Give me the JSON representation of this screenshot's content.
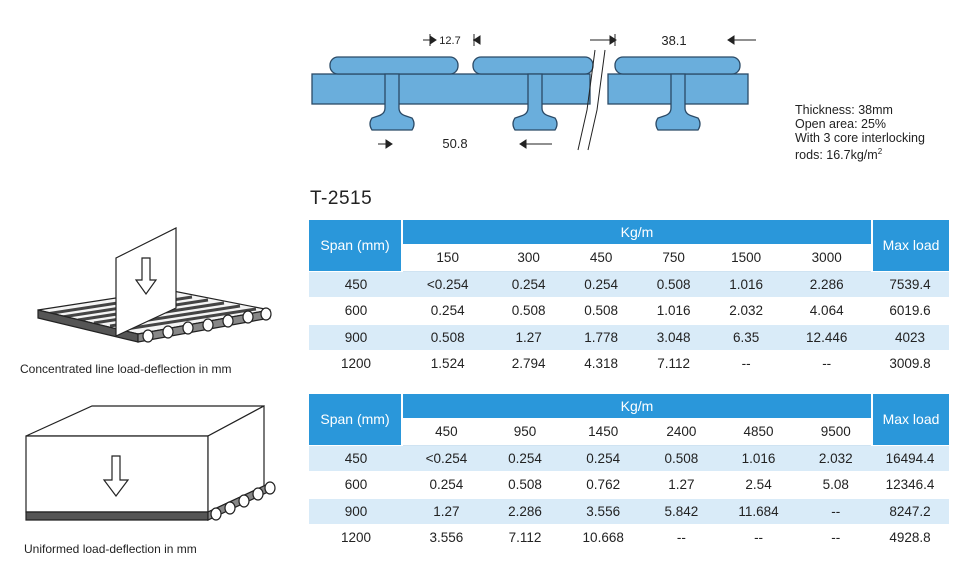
{
  "diagram": {
    "dims": {
      "top_gap": "12.7",
      "top_pitch": "38.1",
      "thickness": "38",
      "bottom_pitch": "50.8"
    }
  },
  "specs": {
    "line1": "Thickness: 38mm",
    "line2": "Open area: 25%",
    "line3": "With 3 core interlocking",
    "line4": "rods: 16.7kg/m",
    "line4_sup": "2"
  },
  "model": "T-2515",
  "tables": [
    {
      "span_label": "Span (mm)",
      "group_label": "Kg/m",
      "max_label": "Max load",
      "loads": [
        "150",
        "300",
        "450",
        "750",
        "1500",
        "3000"
      ],
      "rows": [
        {
          "span": "450",
          "values": [
            "<0.254",
            "0.254",
            "0.254",
            "0.508",
            "1.016",
            "2.286"
          ],
          "max": "7539.4"
        },
        {
          "span": "600",
          "values": [
            "0.254",
            "0.508",
            "0.508",
            "1.016",
            "2.032",
            "4.064"
          ],
          "max": "6019.6"
        },
        {
          "span": "900",
          "values": [
            "0.508",
            "1.27",
            "1.778",
            "3.048",
            "6.35",
            "12.446"
          ],
          "max": "4023"
        },
        {
          "span": "1200",
          "values": [
            "1.524",
            "2.794",
            "4.318",
            "7.112",
            "--",
            "--"
          ],
          "max": "3009.8"
        }
      ]
    },
    {
      "span_label": "Span (mm)",
      "group_label": "Kg/m",
      "max_label": "Max load",
      "loads": [
        "450",
        "950",
        "1450",
        "2400",
        "4850",
        "9500"
      ],
      "rows": [
        {
          "span": "450",
          "values": [
            "<0.254",
            "0.254",
            "0.254",
            "0.508",
            "1.016",
            "2.032"
          ],
          "max": "16494.4"
        },
        {
          "span": "600",
          "values": [
            "0.254",
            "0.508",
            "0.762",
            "1.27",
            "2.54",
            "5.08"
          ],
          "max": "12346.4"
        },
        {
          "span": "900",
          "values": [
            "1.27",
            "2.286",
            "3.556",
            "5.842",
            "11.684",
            "--"
          ],
          "max": "8247.2"
        },
        {
          "span": "1200",
          "values": [
            "3.556",
            "7.112",
            "10.668",
            "--",
            "--",
            "--"
          ],
          "max": "4928.8"
        }
      ]
    }
  ],
  "captions": {
    "line_load": "Concentrated line load-deflection in mm",
    "uniform_load": "Uniformed load-deflection in mm"
  },
  "colors": {
    "grating_fill": "#6aaedc",
    "grating_stroke": "#2b4a66",
    "header_blue": "#2a97da",
    "row_alt": "#d9ebf8"
  }
}
